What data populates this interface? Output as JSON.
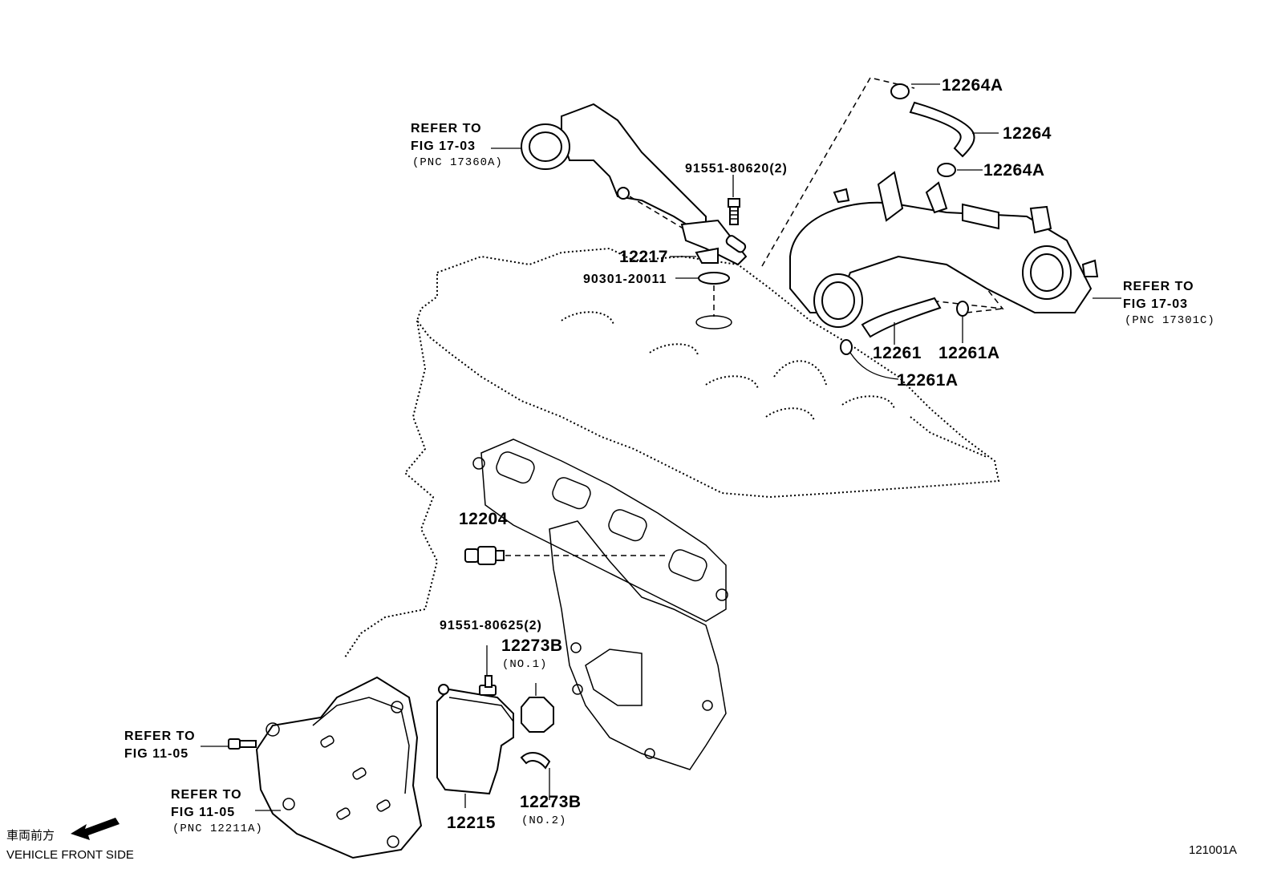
{
  "labels": {
    "p12264A_top": "12264A",
    "p12264": "12264",
    "p12264A_mid": "12264A",
    "p91551_80620": "91551-80620(2)",
    "p12217": "12217",
    "p90301": "90301-20011",
    "p12261": "12261",
    "p12261A_right": "12261A",
    "p12261A_low": "12261A",
    "p12204": "12204",
    "p91551_80625": "91551-80625(2)",
    "p12273B_no1": "12273B",
    "no1": "(NO.1)",
    "p12273B_no2": "12273B",
    "no2": "(NO.2)",
    "p12215": "12215"
  },
  "references": {
    "top_left": {
      "line1": "REFER TO",
      "line2": "FIG 17-03",
      "line3": "(PNC 17360A)"
    },
    "right": {
      "line1": "REFER TO",
      "line2": "FIG 17-03",
      "line3": "(PNC 17301C)"
    },
    "bottom_bolt": {
      "line1": "REFER TO",
      "line2": "FIG 11-05"
    },
    "bottom_cover": {
      "line1": "REFER TO",
      "line2": "FIG 11-05",
      "line3": "(PNC 12211A)"
    }
  },
  "footer": {
    "front_jp": "車両前方",
    "front_en": "VEHICLE FRONT SIDE",
    "figure_id": "121001A"
  }
}
